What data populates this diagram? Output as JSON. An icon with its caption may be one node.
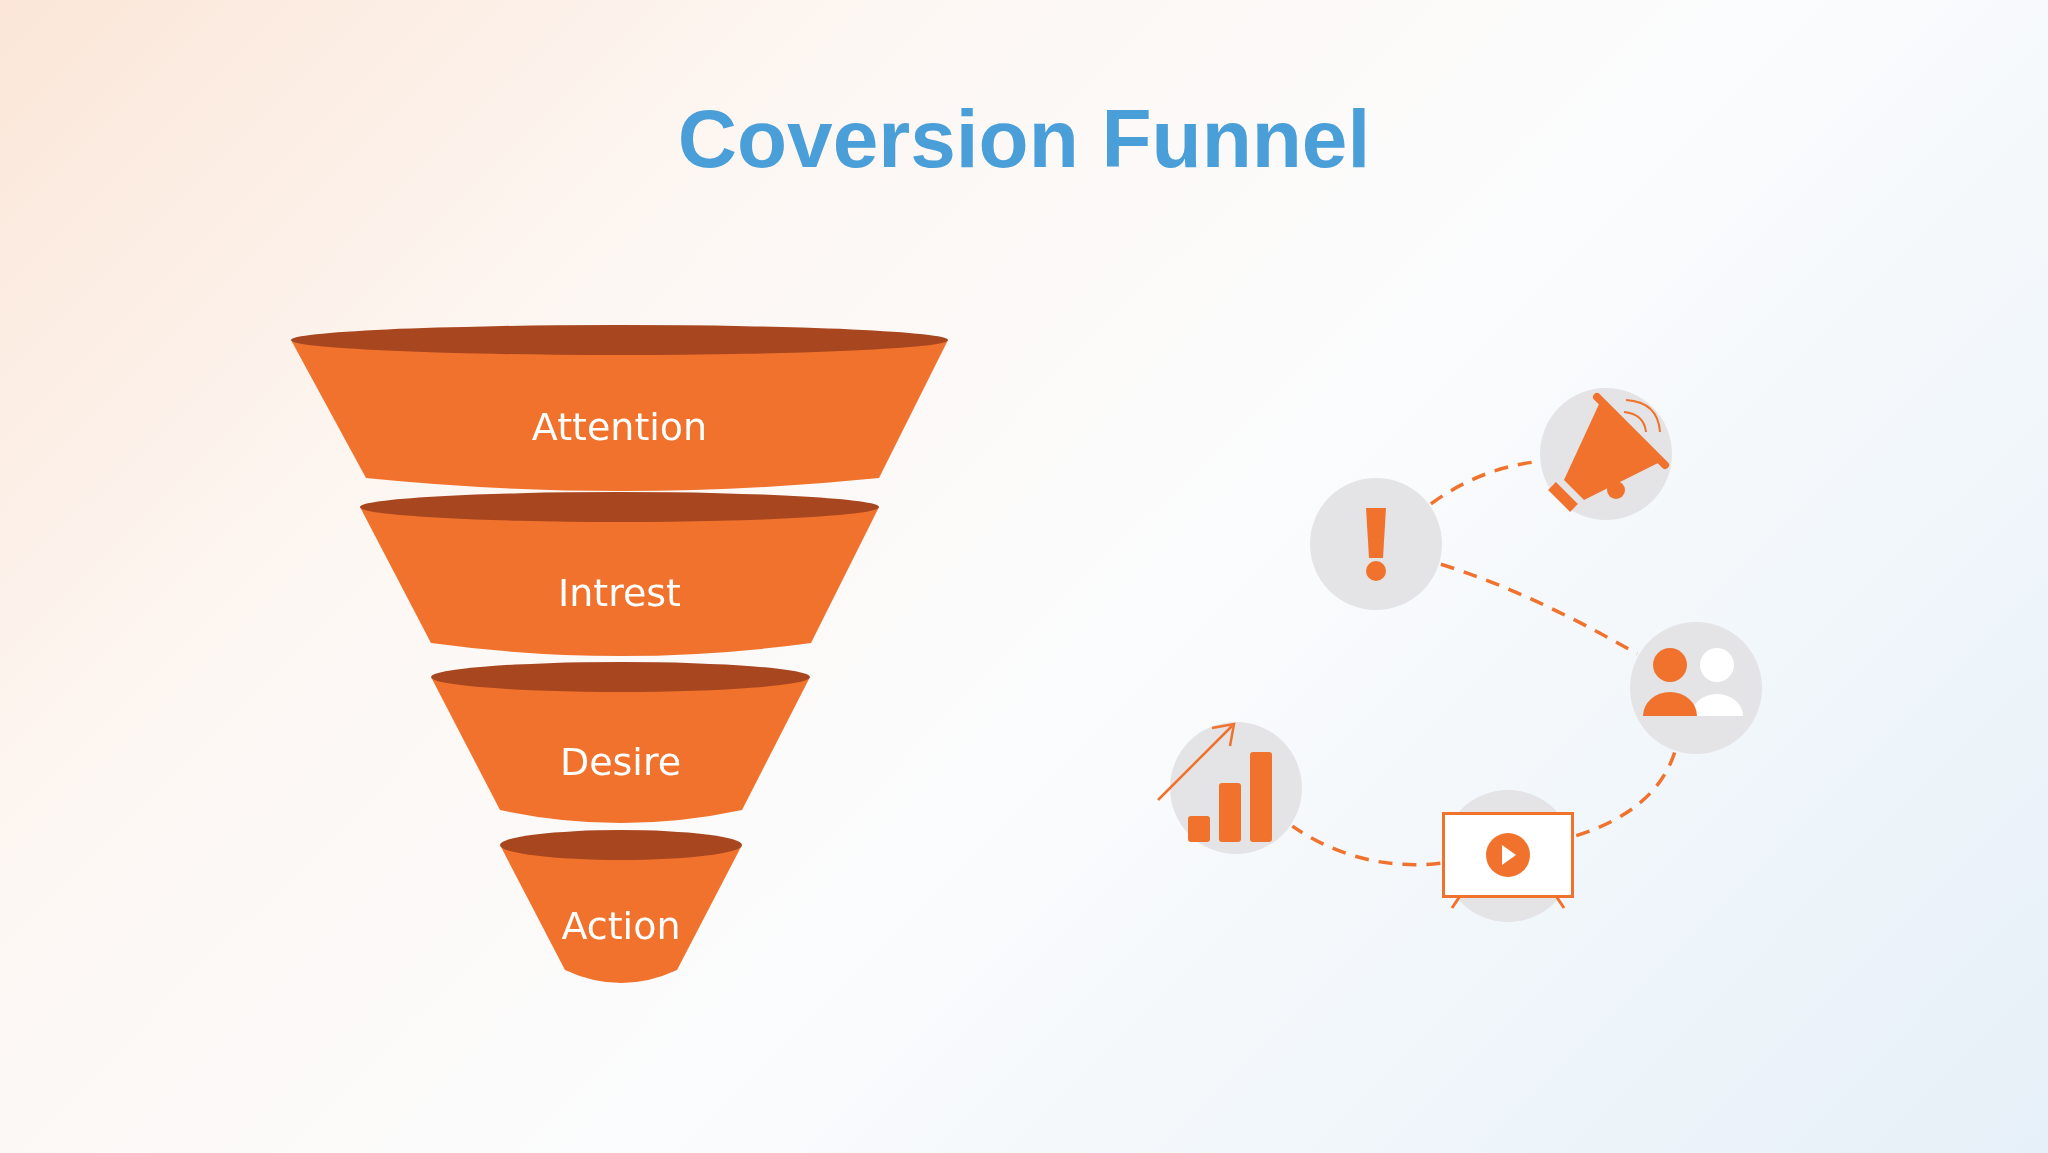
{
  "diagram": {
    "title": "Coversion Funnel",
    "nodes": [
      {
        "text": [
          "Attention"
        ]
      },
      {
        "text": [
          "Intrest"
        ]
      },
      {
        "text": [
          "Desire"
        ]
      },
      {
        "text": [
          "Action"
        ]
      },
      {
        "text": [],
        "shape": "circle"
      },
      {
        "text": [],
        "shape": "circle"
      },
      {
        "text": [],
        "shape": "circle"
      },
      {
        "text": [],
        "shape": "circle"
      },
      {
        "text": [],
        "shape": "circle"
      }
    ],
    "edges": [
      {
        "from": 5,
        "to": 7,
        "arrow": "none",
        "style": "dashed"
      },
      {
        "from": 5,
        "to": 8,
        "arrow": "none",
        "style": "dashed"
      },
      {
        "from": 8,
        "to": 6,
        "arrow": "none",
        "style": "dashed"
      },
      {
        "from": 6,
        "to": 4,
        "arrow": "none",
        "style": "dashed"
      }
    ]
  }
}
